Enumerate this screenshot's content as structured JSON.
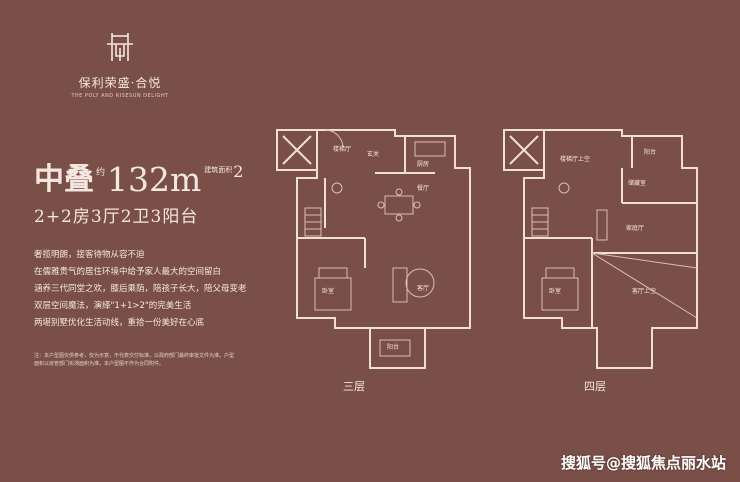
{
  "brand": {
    "logo_name": "保利荣盛·合悦",
    "logo_sub": "THE POLY AND RISESUN DELIGHT"
  },
  "headline": {
    "type": "中叠",
    "approx": "约",
    "area": "132m",
    "area_sup": "2",
    "area_label": "建筑面积",
    "layout": "2+2房3厅2卫3阳台"
  },
  "features": [
    "奢揽明朗，接客待物从容不迫",
    "在儒雅贵气的居住环境中给予家人最大的空间留白",
    "涵养三代同堂之欢，膝后乘荫，陪孩子长大，陪父母变老",
    "双层空间魔法，演绎\"1+1>2\"的完美生活",
    "两堪别墅优化生活动线，重拾一份美好在心底"
  ],
  "disclaimer": "注：本户型图仅供参考，仅为示意，不代表交付标准，以政府部门最终审批文件为准。户型面积以房管部门实测面积为准，本户型图不作为合同附件。",
  "floor3": {
    "label": "三层",
    "rooms": {
      "stair_hall": "楼梯厅",
      "entry": "玄关",
      "kitchen": "厨房",
      "dining": "餐厅",
      "bedroom": "卧室",
      "living": "客厅",
      "balcony": "阳台"
    }
  },
  "floor4": {
    "label": "四层",
    "rooms": {
      "stair_hall_upper": "楼梯厅上空",
      "balcony": "阳台",
      "storage": "储藏室",
      "family_room": "家庭厅",
      "bedroom": "卧室",
      "living_upper": "客厅上空"
    }
  },
  "watermark": "搜狐号@搜狐焦点丽水站",
  "colors": {
    "background": "#7a4f48",
    "text": "#f4e7df",
    "plan_line": "#f0dfd4",
    "furniture": "#d9bfb3"
  }
}
